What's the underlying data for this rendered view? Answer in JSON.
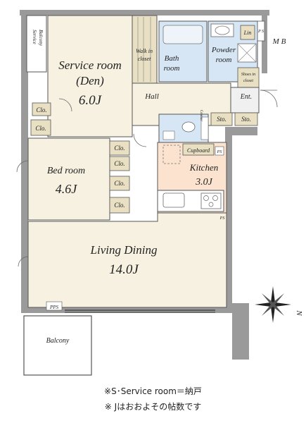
{
  "rooms": {
    "service": {
      "name": "Service room",
      "sub": "(Den)",
      "size": "6.0J"
    },
    "walkin": {
      "line1": "Walk in",
      "line2": "closet"
    },
    "bath": {
      "line1": "Bath",
      "line2": "room"
    },
    "powder": {
      "line1": "Powder",
      "line2": "room"
    },
    "lin": "Lin",
    "ps": "P S",
    "mb": "M B",
    "shoes": {
      "line1": "Shoes in",
      "line2": "closet"
    },
    "hall": "Hall",
    "ent": "Ent.",
    "sto1": "Sto.",
    "sto2": "Sto.",
    "counter": "Counter",
    "clo": [
      "Clo.",
      "Clo.",
      "Clo.",
      "Clo.",
      "Clo.",
      "Clo."
    ],
    "bedroom": {
      "name": "Bed room",
      "size": "4.6J"
    },
    "cupboard": "Cupboard",
    "ps_kitchen": "PS",
    "ps_lower": "PS",
    "kitchen": {
      "name": "Kitchen",
      "size": "3.0J"
    },
    "living": {
      "name": "Living Dining",
      "size": "14.0J"
    },
    "pps": "PPS",
    "balcony": "Balcony",
    "service_balcony": {
      "line1": "Service",
      "line2": "Balcony"
    }
  },
  "compass": {
    "north": "N"
  },
  "notes": [
    "※S･Service room＝納戸",
    "※ Jはおおよその帖数です"
  ],
  "colors": {
    "wall": "#9a9a9a",
    "wall_dark": "#3a3a3a",
    "room": "#f7f1e1",
    "wet": "#d7e6f4",
    "kitchen": "#fbe3cf",
    "closet": "#e9dfc2",
    "balcony": "#ffffff"
  }
}
